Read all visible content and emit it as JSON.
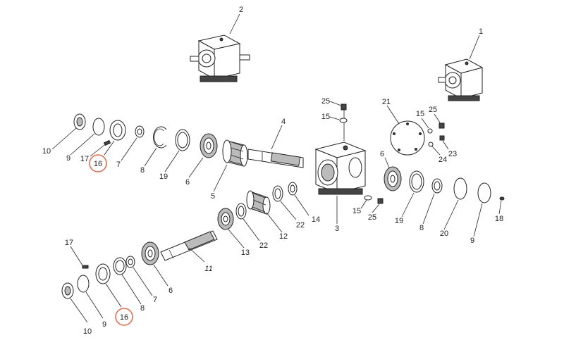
{
  "labels": {
    "l_2": "2",
    "l_1": "1",
    "l_25a": "25",
    "l_15a": "15",
    "l_21": "21",
    "l_15b": "15",
    "l_25b": "25",
    "l_10a": "10",
    "l_9a": "9",
    "l_17a": "17",
    "l_16a": "16",
    "l_7a": "7",
    "l_8a": "8",
    "l_19a": "19",
    "l_6a": "6",
    "l_5": "5",
    "l_4": "4",
    "l_6b": "6",
    "l_24": "24",
    "l_23": "23",
    "l_15c": "15",
    "l_25c": "25",
    "l_3": "3",
    "l_14": "14",
    "l_22a": "22",
    "l_12": "12",
    "l_22b": "22",
    "l_13": "13",
    "l_19b": "19",
    "l_8b": "8",
    "l_20": "20",
    "l_9b": "9",
    "l_18": "18",
    "l_11": "11",
    "l_17b": "17",
    "l_6c": "6",
    "l_7b": "7",
    "l_8c": "8",
    "l_16b": "16",
    "l_9c": "9",
    "l_10b": "10"
  },
  "colors": {
    "line": "#222222",
    "highlight": "#e07050",
    "background": "#ffffff"
  }
}
